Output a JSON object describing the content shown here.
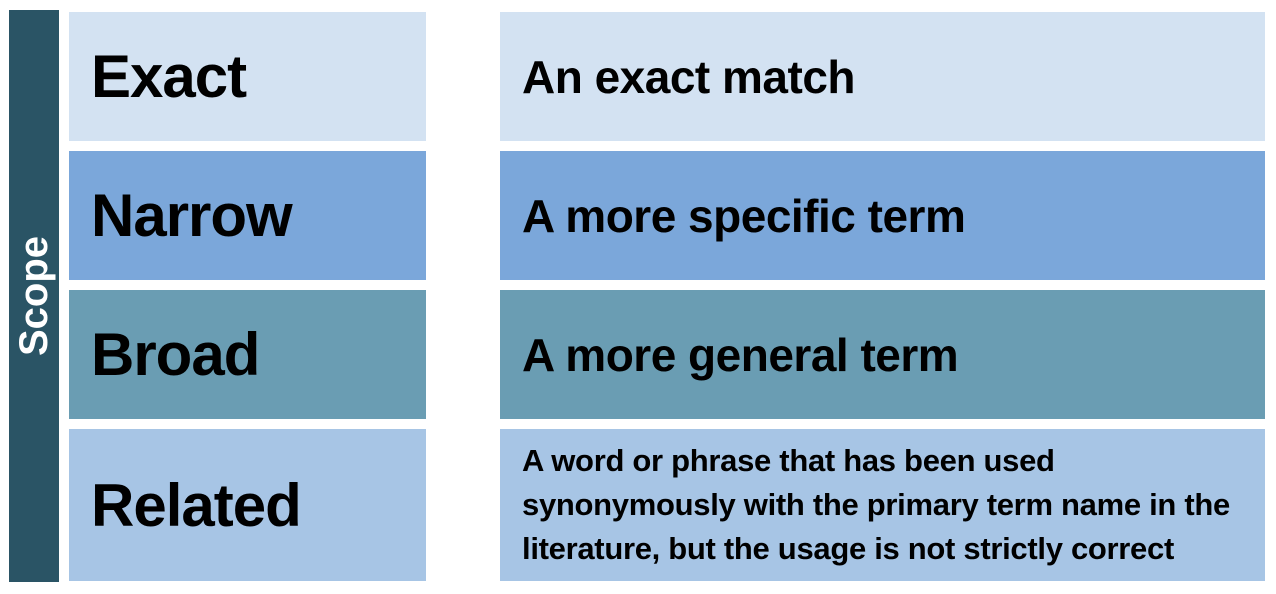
{
  "side_label": "Scope",
  "colors": {
    "side_bar": "#2a5465",
    "exact": "#d3e2f2",
    "narrow": "#7ba7da",
    "broad": "#6a9db3",
    "related": "#a7c5e5"
  },
  "rows": [
    {
      "term": "Exact",
      "description": "An exact match"
    },
    {
      "term": "Narrow",
      "description": "A more specific term"
    },
    {
      "term": "Broad",
      "description": "A more general term"
    },
    {
      "term": "Related",
      "description": "A word or phrase that has been used synonymously with the primary term name in the literature, but the usage is not strictly correct"
    }
  ]
}
